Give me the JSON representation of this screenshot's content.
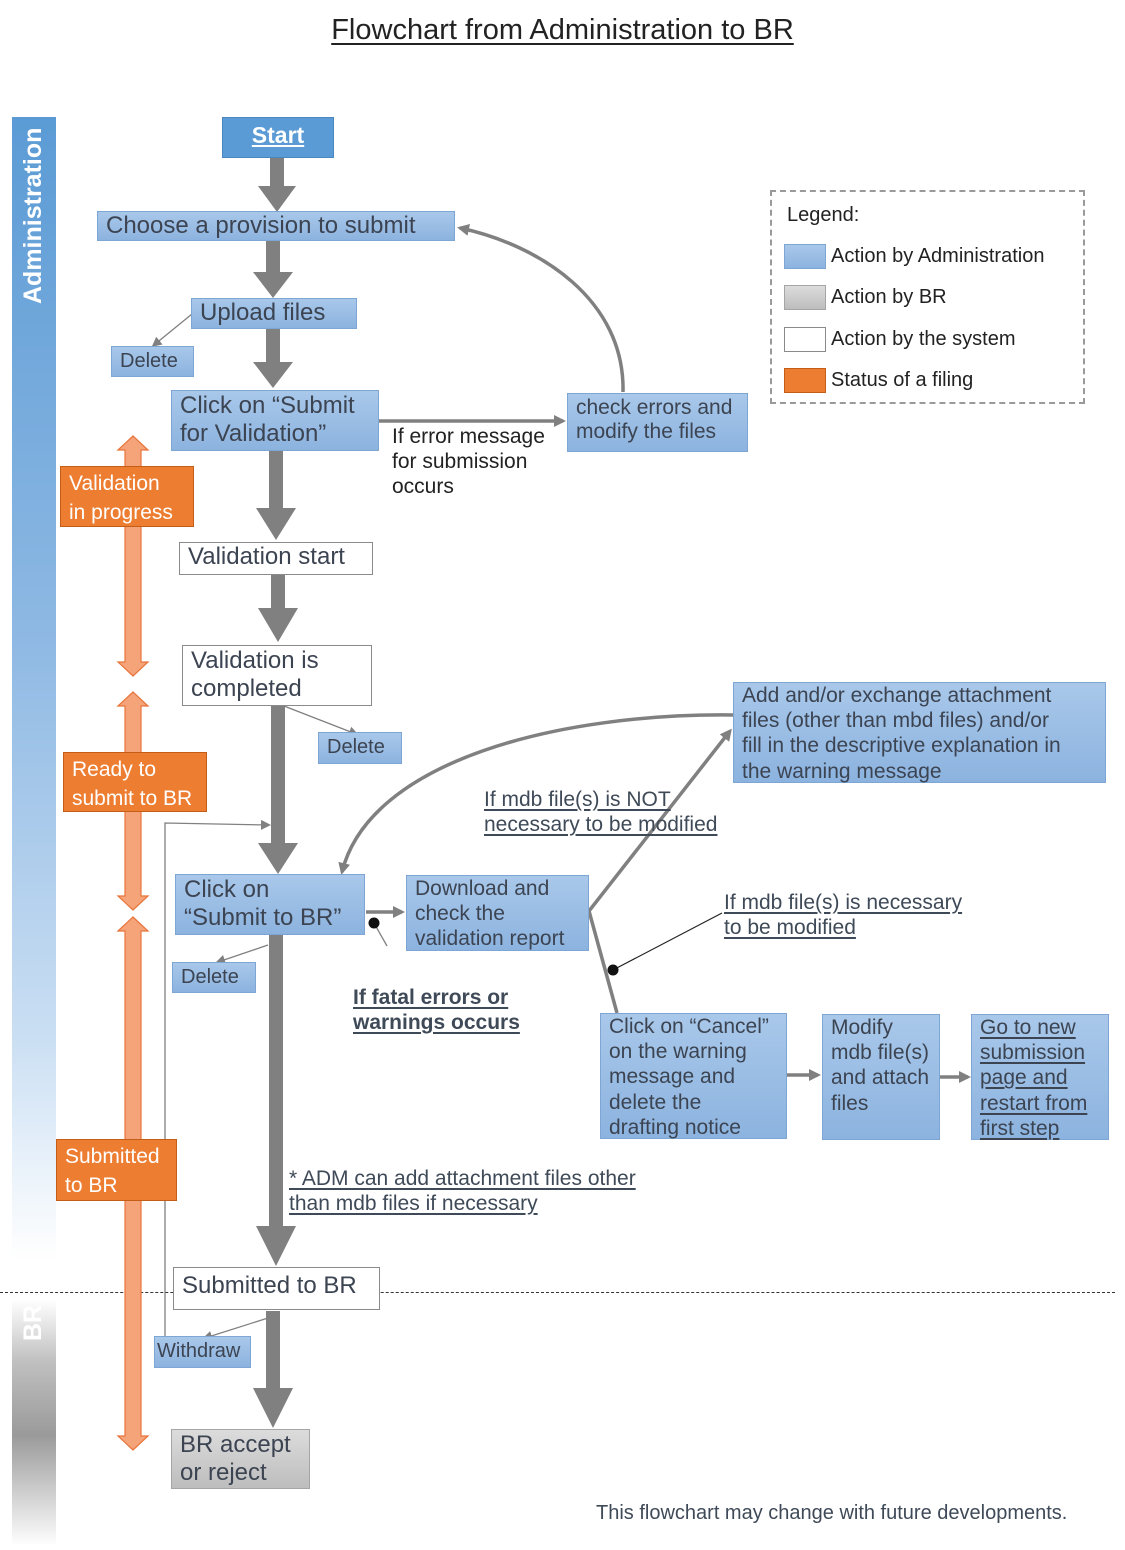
{
  "title": "Flowchart from Administration to BR",
  "lanes": {
    "administration": "Administration",
    "br": "BR"
  },
  "legend": {
    "heading": "Legend:",
    "items": [
      {
        "label": "Action by Administration",
        "color": "#9dc0e8"
      },
      {
        "label": "Action by BR",
        "color": "#c8c8c8"
      },
      {
        "label": "Action by the system",
        "color": "#ffffff"
      },
      {
        "label": "Status of a filing",
        "color": "#ed7d31"
      }
    ]
  },
  "nodes": {
    "start": "Start",
    "choose_provision": "Choose a provision to submit",
    "upload_files": "Upload files",
    "delete_1": "Delete",
    "click_submit_validation": "Click on “Submit\nfor Validation”",
    "check_errors": "check errors and\nmodify the files",
    "validation_start": "Validation start",
    "validation_completed": "Validation is\ncompleted",
    "delete_2": "Delete",
    "add_exchange": "Add and/or exchange attachment\nfiles (other than mbd files) and/or\nfill in the descriptive explanation in\nthe warning message",
    "click_submit_br": "Click on\n“Submit to BR”",
    "download_report": "Download and\ncheck the\nvalidation report",
    "delete_3": "Delete",
    "click_cancel": "Click on “Cancel”\non the warning\nmessage and\ndelete the\ndrafting notice",
    "modify_mdb": "Modify\nmdb file(s)\nand attach\nfiles",
    "go_new_submission": "Go to new\nsubmission\npage and\nrestart from\nfirst step",
    "submitted_to_br": "Submitted to BR",
    "withdraw": "Withdraw",
    "br_accept": "BR accept\nor reject"
  },
  "statuses": {
    "validation_in_progress": "Validation\nin progress",
    "ready_to_submit": "Ready to\nsubmit to BR",
    "submitted": "Submitted\nto BR"
  },
  "notes": {
    "error_message": "If error message\nfor submission\noccurs",
    "mdb_not_necessary": "If mdb file(s) is NOT\nnecessary to be modified",
    "mdb_necessary": "If mdb file(s) is necessary\nto be modified",
    "fatal_errors": "If fatal errors or\nwarnings occurs",
    "adm_can_add": "* ADM can add attachment files other\nthan mdb files if necessary",
    "footer": "This flowchart may change with future developments."
  },
  "colors": {
    "admin_fill": "#9dc0e8",
    "br_fill": "#c8c8c8",
    "status_fill": "#ed7d31",
    "status_arrow": "#f5a47a",
    "flow_arrow": "#808080",
    "lane_admin": "#5b9bd5",
    "lane_br": "#a6a6a6"
  }
}
